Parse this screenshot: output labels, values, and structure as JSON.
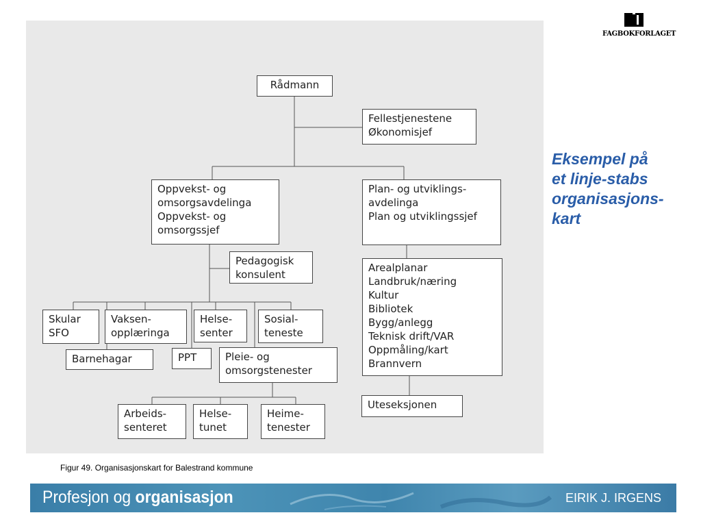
{
  "logo": {
    "text": "FAGBOKFORLAGET",
    "icon": "book-icon"
  },
  "side_title": {
    "lines": [
      "Eksempel på",
      "et linje-stabs",
      "organisasjons-",
      "kart"
    ],
    "color": "#2a5da8"
  },
  "org_chart": {
    "radmann": [
      "Rådmann"
    ],
    "fellestjenestene": [
      "Fellestjenestene",
      "Økonomisjef"
    ],
    "oppvekst": [
      "Oppvekst- og",
      "omsorgsavdelinga",
      "Oppvekst- og",
      "omsorgssjef"
    ],
    "plan": [
      "Plan- og utviklings-",
      "avdelinga",
      "Plan og utviklingssjef"
    ],
    "pedagogisk": [
      "Pedagogisk",
      "konsulent"
    ],
    "skular": [
      "Skular",
      "SFO"
    ],
    "vaksen": [
      "Vaksen-",
      "opplæringa"
    ],
    "helsesenter": [
      "Helse-",
      "senter"
    ],
    "sosialteneste": [
      "Sosial-",
      "teneste"
    ],
    "barnehagar": [
      "Barnehagar"
    ],
    "ppt": [
      "PPT"
    ],
    "pleie": [
      "Pleie- og",
      "omsorgstenester"
    ],
    "arbeidssenteret": [
      "Arbeids-",
      "senteret"
    ],
    "helsetunet": [
      "Helse-",
      "tunet"
    ],
    "heimetenester": [
      "Heime-",
      "tenester"
    ],
    "plan_units": [
      "Arealplanar",
      "Landbruk/næring",
      "Kultur",
      "Bibliotek",
      "Bygg/anlegg",
      "Teknisk drift/VAR",
      "Oppmåling/kart",
      "Brannvern"
    ],
    "uteseksjonen": [
      "Uteseksjonen"
    ]
  },
  "caption": "Figur 49. Organisasjonskart for Balestrand kommune",
  "banner": {
    "left_normal_1": "Profesjon",
    "left_normal_2": "og",
    "left_bold": "organisasjon",
    "right": "EIRIK J. IRGENS"
  }
}
